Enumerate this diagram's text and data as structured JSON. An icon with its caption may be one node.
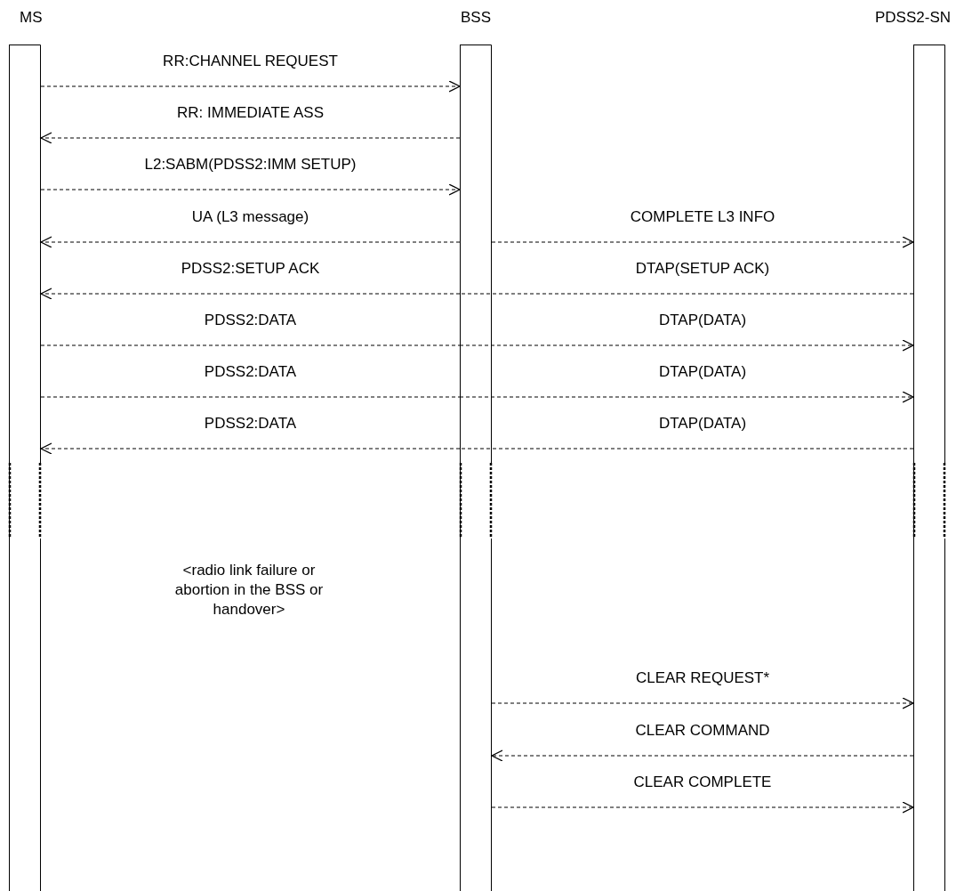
{
  "diagram": {
    "nodes": [
      {
        "text": [
          "MS"
        ]
      },
      {
        "text": [
          "BSS"
        ]
      },
      {
        "text": [
          "PDSS2-SN"
        ]
      }
    ],
    "edges": [
      {
        "from": 0,
        "to": 1,
        "arrow": "to",
        "label": "RR:CHANNEL REQUEST"
      },
      {
        "from": 1,
        "to": 0,
        "arrow": "to",
        "label": "RR: IMMEDIATE ASS"
      },
      {
        "from": 0,
        "to": 1,
        "arrow": "to",
        "label": "L2:SABM(PDSS2:IMM SETUP)"
      },
      {
        "from": 1,
        "to": 0,
        "arrow": "to",
        "label": "UA (L3 message)"
      },
      {
        "from": 1,
        "to": 2,
        "arrow": "to",
        "label": "COMPLETE L3 INFO"
      },
      {
        "from": 1,
        "to": 0,
        "arrow": "to",
        "label": "PDSS2:SETUP ACK"
      },
      {
        "from": 2,
        "to": 1,
        "arrow": "none",
        "label": "DTAP(SETUP ACK)"
      },
      {
        "from": 0,
        "to": 1,
        "arrow": "none",
        "label": "PDSS2:DATA"
      },
      {
        "from": 1,
        "to": 2,
        "arrow": "to",
        "label": "DTAP(DATA)"
      },
      {
        "from": 0,
        "to": 1,
        "arrow": "none",
        "label": "PDSS2:DATA"
      },
      {
        "from": 1,
        "to": 2,
        "arrow": "to",
        "label": "DTAP(DATA)"
      },
      {
        "from": 1,
        "to": 0,
        "arrow": "to",
        "label": "PDSS2:DATA"
      },
      {
        "from": 2,
        "to": 1,
        "arrow": "none",
        "label": "DTAP(DATA)"
      },
      {
        "from": 1,
        "to": 2,
        "arrow": "to",
        "label": "CLEAR REQUEST*"
      },
      {
        "from": 2,
        "to": 1,
        "arrow": "to",
        "label": "CLEAR COMMAND"
      },
      {
        "from": 1,
        "to": 2,
        "arrow": "to",
        "label": "CLEAR COMPLETE"
      }
    ],
    "labels": [
      "<radio link failure or abortion in the BSS or handover>"
    ]
  }
}
